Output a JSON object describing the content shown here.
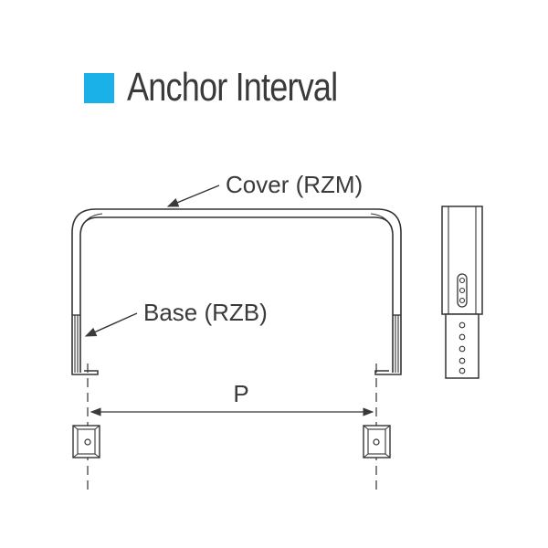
{
  "title": "Anchor Interval",
  "accent_color": "#1ab0e8",
  "labels": {
    "cover": "Cover (RZM)",
    "base": "Base (RZB)",
    "pitch": "P"
  }
}
